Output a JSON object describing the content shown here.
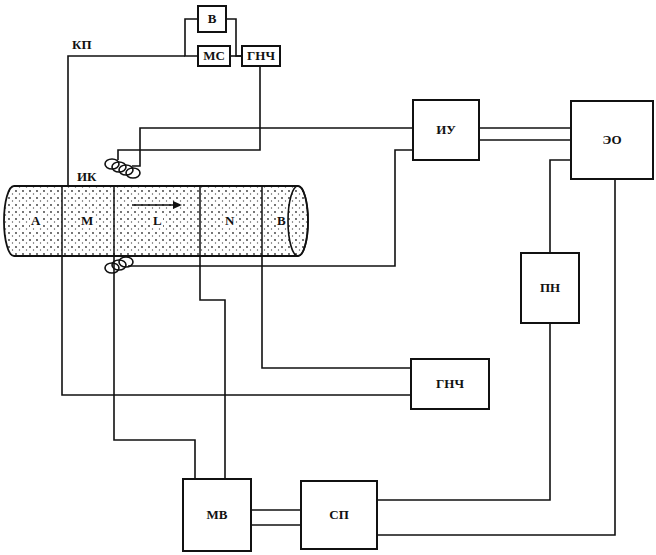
{
  "diagram": {
    "nodes": [
      {
        "text": [
          "В"
        ]
      },
      {
        "text": [
          "МС"
        ]
      },
      {
        "text": [
          "ГНЧ"
        ]
      },
      {
        "text": [
          "ИУ"
        ]
      },
      {
        "text": [
          "ЭО"
        ]
      },
      {
        "text": [
          "ПН"
        ]
      },
      {
        "text": [
          "ГНЧ"
        ]
      },
      {
        "text": [
          "МВ"
        ]
      },
      {
        "text": [
          "СП"
        ]
      }
    ],
    "edges": [
      {
        "from": 0,
        "to": 1,
        "arrow": "none"
      },
      {
        "from": 1,
        "to": 2,
        "arrow": "none"
      },
      {
        "from": 3,
        "to": 4,
        "arrow": "none"
      },
      {
        "from": 5,
        "to": 4,
        "arrow": "none"
      },
      {
        "from": 8,
        "to": 5,
        "arrow": "none"
      },
      {
        "from": 8,
        "to": 4,
        "arrow": "none"
      },
      {
        "from": 7,
        "to": 8,
        "arrow": "none"
      }
    ],
    "labels": [
      "КП",
      "ИК",
      "A",
      "M",
      "L",
      "N",
      "B"
    ]
  }
}
